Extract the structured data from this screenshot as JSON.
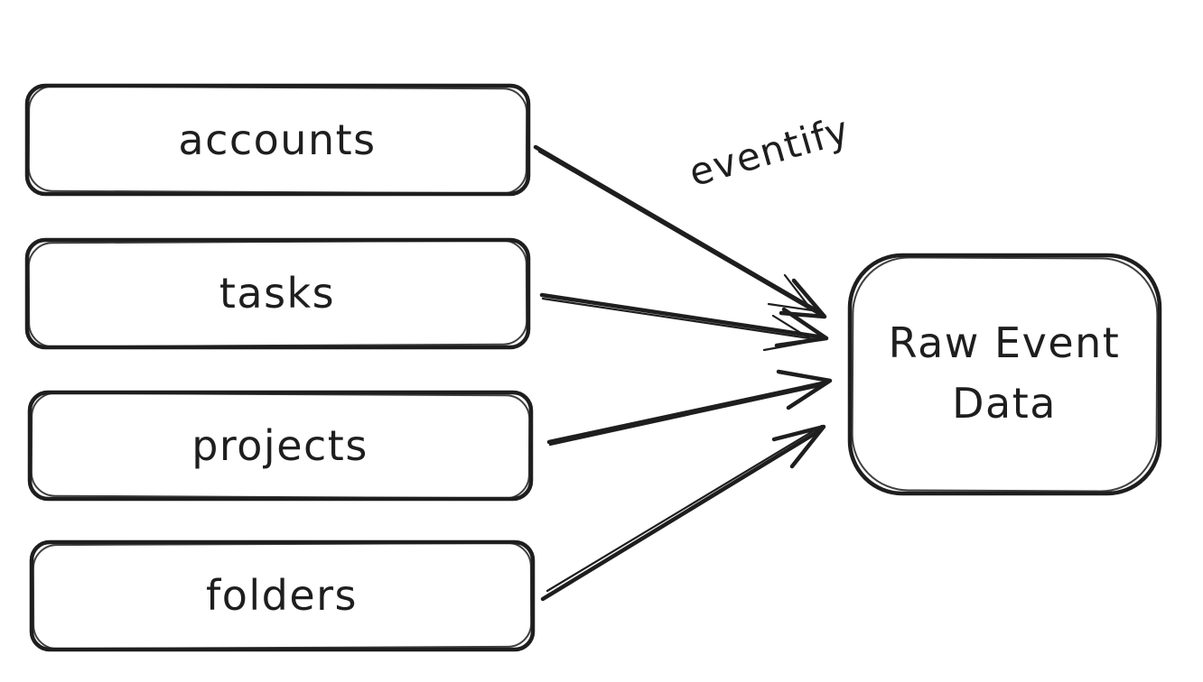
{
  "diagram": {
    "background_color": "#ffffff",
    "stroke_color": "#1e1e1e",
    "sources": [
      {
        "label": "accounts",
        "fill": "#d3d7dc"
      },
      {
        "label": "tasks",
        "fill": "#d3d7dc"
      },
      {
        "label": "projects",
        "fill": "#d3d7dc"
      },
      {
        "label": "folders",
        "fill": "#d3d7dc"
      }
    ],
    "target": {
      "label": "Raw Event Data",
      "lines": [
        "Raw Event",
        "Data"
      ],
      "fill": "#e3f1fc"
    },
    "edges": [
      {
        "from": "accounts",
        "to": "Raw Event Data",
        "label": "eventify"
      },
      {
        "from": "tasks",
        "to": "Raw Event Data"
      },
      {
        "from": "projects",
        "to": "Raw Event Data"
      },
      {
        "from": "folders",
        "to": "Raw Event Data"
      }
    ]
  }
}
